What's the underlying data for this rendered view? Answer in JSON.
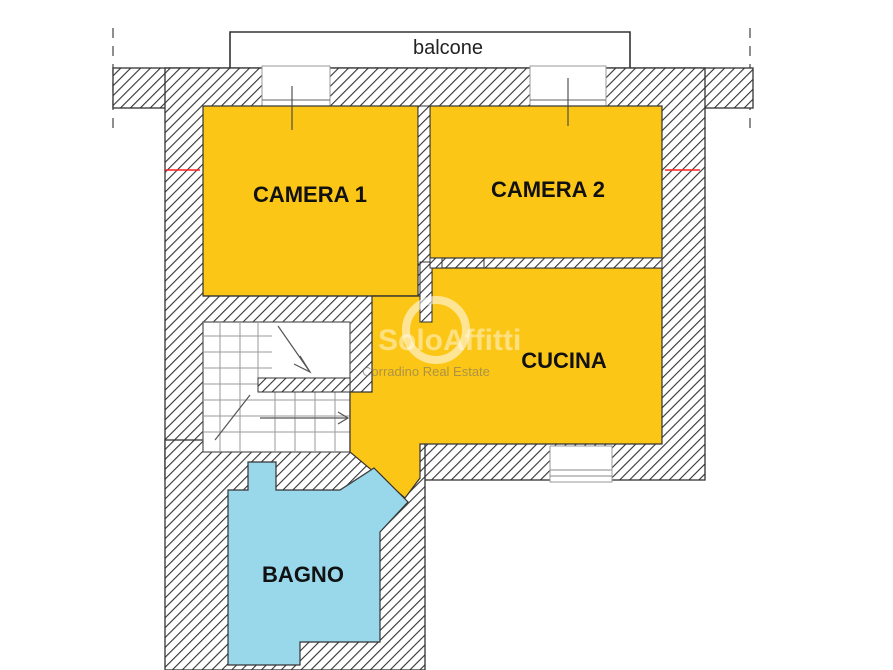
{
  "plan": {
    "balcony_label": "balcone",
    "rooms": {
      "camera1": "CAMERA 1",
      "camera2": "CAMERA 2",
      "cucina": "CUCINA",
      "bagno": "BAGNO"
    },
    "watermark": {
      "brand": "SoloAffitti",
      "agency": "Corradino Real Estate"
    },
    "colors": {
      "room_fill": "#fcc617",
      "bath_fill": "#99d8eb",
      "wall_hatch": "#333333",
      "wall_bg": "#ffffff",
      "accent_red": "#ff2020"
    }
  }
}
